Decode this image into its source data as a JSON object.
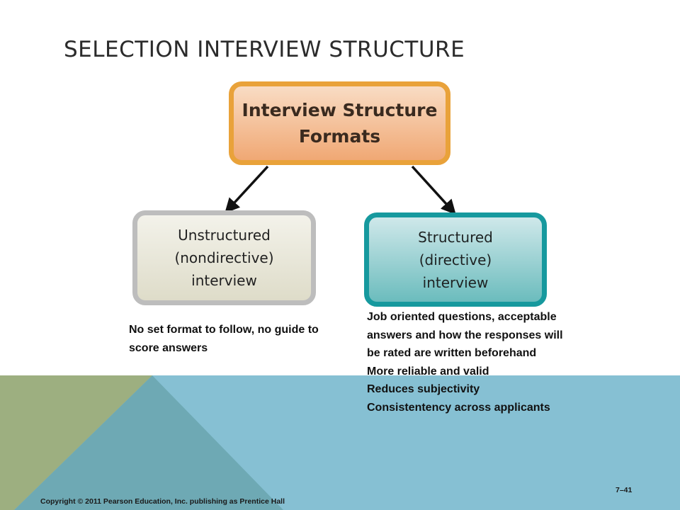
{
  "slide": {
    "title": "SELECTION INTERVIEW STRUCTURE",
    "top_box": "Interview Structure\nFormats",
    "left_box": "Unstructured\n(nondirective)\ninterview",
    "right_box": "Structured\n(directive)\ninterview",
    "left_note": "No set format to follow, no guide to score answers",
    "right_notes": [
      "Job oriented questions, acceptable answers and how the responses will be rated are written beforehand",
      "More reliable and valid",
      "Reduces subjectivity",
      "Consistentency across applicants"
    ],
    "copyright": "Copyright © 2011 Pearson Education, Inc. publishing as Prentice Hall",
    "page_number": "7–41"
  },
  "colors": {
    "top_box_border": "#e9a23a",
    "top_box_fill": "#f0a874",
    "left_box_border": "#bdbdbd",
    "right_box_border": "#16999e",
    "band_blue": "#86c0d3",
    "band_green": "#9daf80",
    "band_teal": "#6ea9b4"
  }
}
